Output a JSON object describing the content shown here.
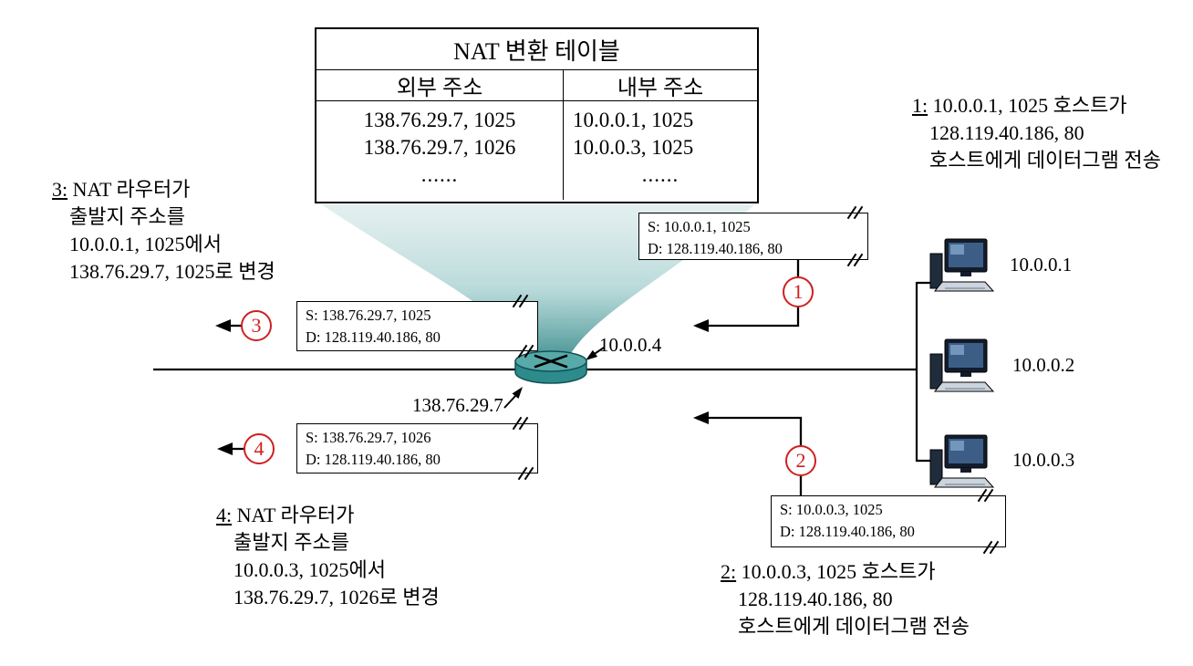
{
  "table": {
    "title": "NAT 변환 테이블",
    "headers": [
      "외부 주소",
      "내부 주소"
    ],
    "rows": [
      [
        "138.76.29.7, 1025",
        "10.0.0.1, 1025"
      ],
      [
        "138.76.29.7, 1026",
        "10.0.0.3, 1025"
      ],
      [
        "......",
        "......"
      ]
    ]
  },
  "packets": {
    "p1": {
      "num": "1",
      "src": "S: 10.0.0.1,  1025",
      "dst": "D: 128.119.40.186, 80"
    },
    "p2": {
      "num": "2",
      "src": "S: 10.0.0.3,  1025",
      "dst": "D: 128.119.40.186, 80"
    },
    "p3": {
      "num": "3",
      "src": "S: 138.76.29.7,  1025",
      "dst": "D: 128.119.40.186, 80"
    },
    "p4": {
      "num": "4",
      "src": "S: 138.76.29.7,  1026",
      "dst": "D: 128.119.40.186, 80"
    }
  },
  "annotations": {
    "a1": {
      "prefix": "1:",
      "rest": " 10.0.0.1, 1025 호스트가",
      "lines": [
        "128.119.40.186, 80",
        "호스트에게 데이터그램 전송"
      ]
    },
    "a2": {
      "prefix": "2:",
      "rest": " 10.0.0.3, 1025 호스트가",
      "lines": [
        "128.119.40.186, 80",
        "호스트에게 데이터그램 전송"
      ]
    },
    "a3": {
      "prefix": "3:",
      "rest": " NAT 라우터가",
      "lines": [
        "출발지 주소를",
        "10.0.0.1, 1025에서",
        "138.76.29.7, 1025로 변경"
      ]
    },
    "a4": {
      "prefix": "4:",
      "rest": " NAT 라우터가",
      "lines": [
        "출발지 주소를",
        "10.0.0.3, 1025에서",
        "138.76.29.7, 1026로 변경"
      ]
    }
  },
  "labels": {
    "router_lan_ip": "10.0.0.4",
    "router_wan_ip": "138.76.29.7",
    "host1_ip": "10.0.0.1",
    "host2_ip": "10.0.0.2",
    "host3_ip": "10.0.0.3"
  },
  "icons": {
    "router": "nat-router-cylinder-icon",
    "host": "desktop-computer-icon",
    "funnel": "table-to-router-funnel",
    "hash": "link-break-hash-icon"
  },
  "colors": {
    "step_circle_red": "#cf2020",
    "router_teal": "#2e8b8b",
    "funnel_teal": "#3f8f8f",
    "line_black": "#000000"
  }
}
